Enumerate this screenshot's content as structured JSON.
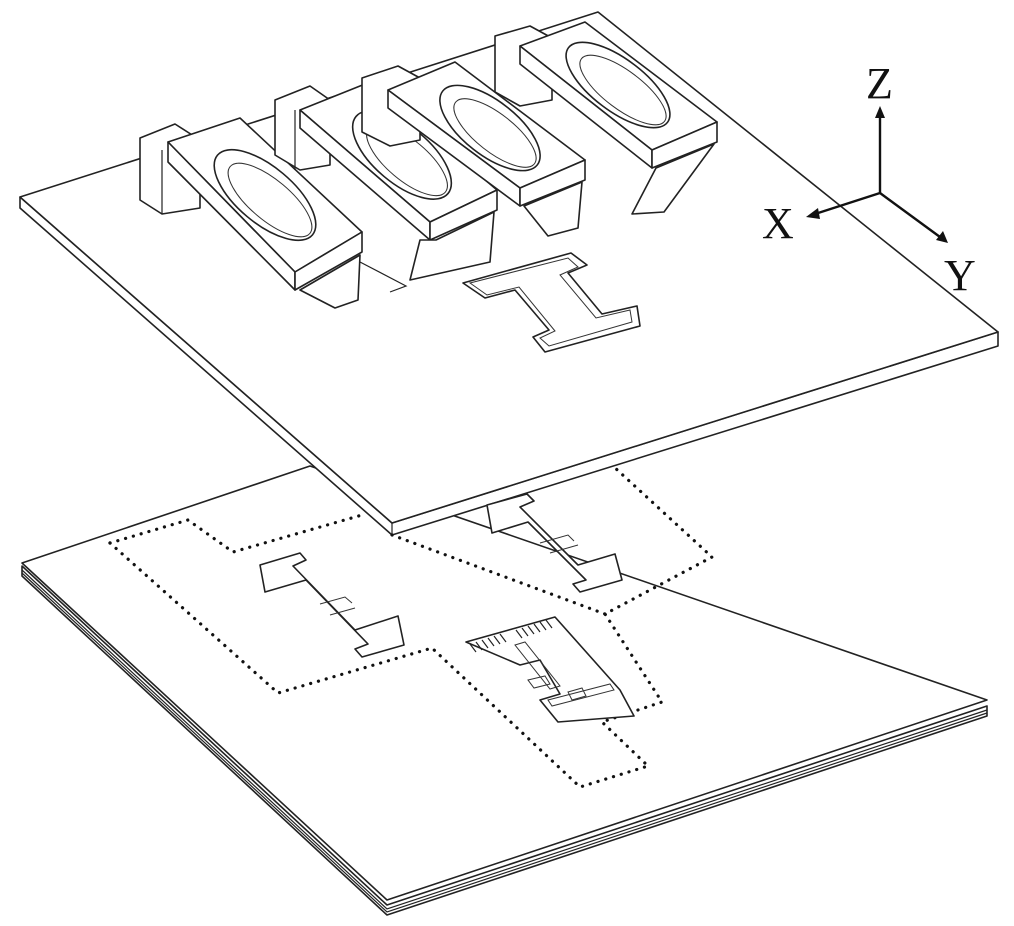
{
  "axes": {
    "z_label": "Z",
    "x_label": "X",
    "y_label": "Y"
  }
}
